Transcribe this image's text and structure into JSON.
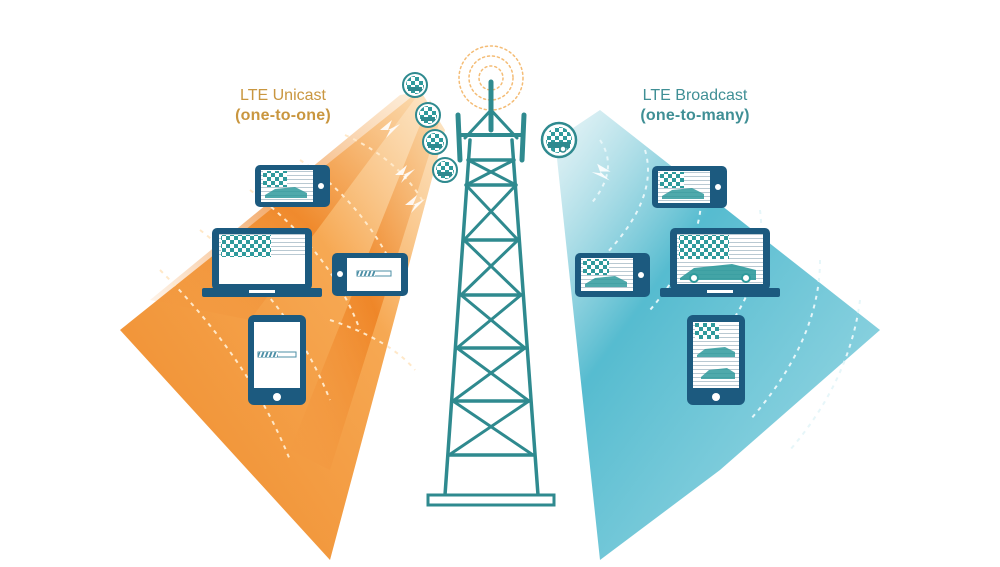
{
  "unicast": {
    "title": "LTE Unicast",
    "subtitle": "(one-to-one)",
    "color": "#c9963f",
    "beam_color": "#f08a24"
  },
  "broadcast": {
    "title": "LTE Broadcast",
    "subtitle": "(one-to-many)",
    "color": "#3f8f95",
    "beam_color": "#3fb1c9"
  },
  "colors": {
    "tower": "#2f8a8f",
    "device_frame": "#1c5a7f",
    "device_screen": "#ffffff",
    "flag": "#2f9a9c"
  },
  "devices": {
    "unicast": [
      {
        "type": "phone-landscape",
        "content": "race-video"
      },
      {
        "type": "laptop",
        "content": "race-video-partial"
      },
      {
        "type": "phone-landscape",
        "content": "loading-bar"
      },
      {
        "type": "tablet-portrait",
        "content": "loading-bar"
      }
    ],
    "broadcast": [
      {
        "type": "phone-landscape",
        "content": "race-video"
      },
      {
        "type": "phone-landscape",
        "content": "race-video"
      },
      {
        "type": "laptop",
        "content": "race-video"
      },
      {
        "type": "tablet-portrait",
        "content": "race-video"
      }
    ]
  },
  "streams": {
    "unicast_bubbles": 4,
    "broadcast_bubbles": 1
  }
}
